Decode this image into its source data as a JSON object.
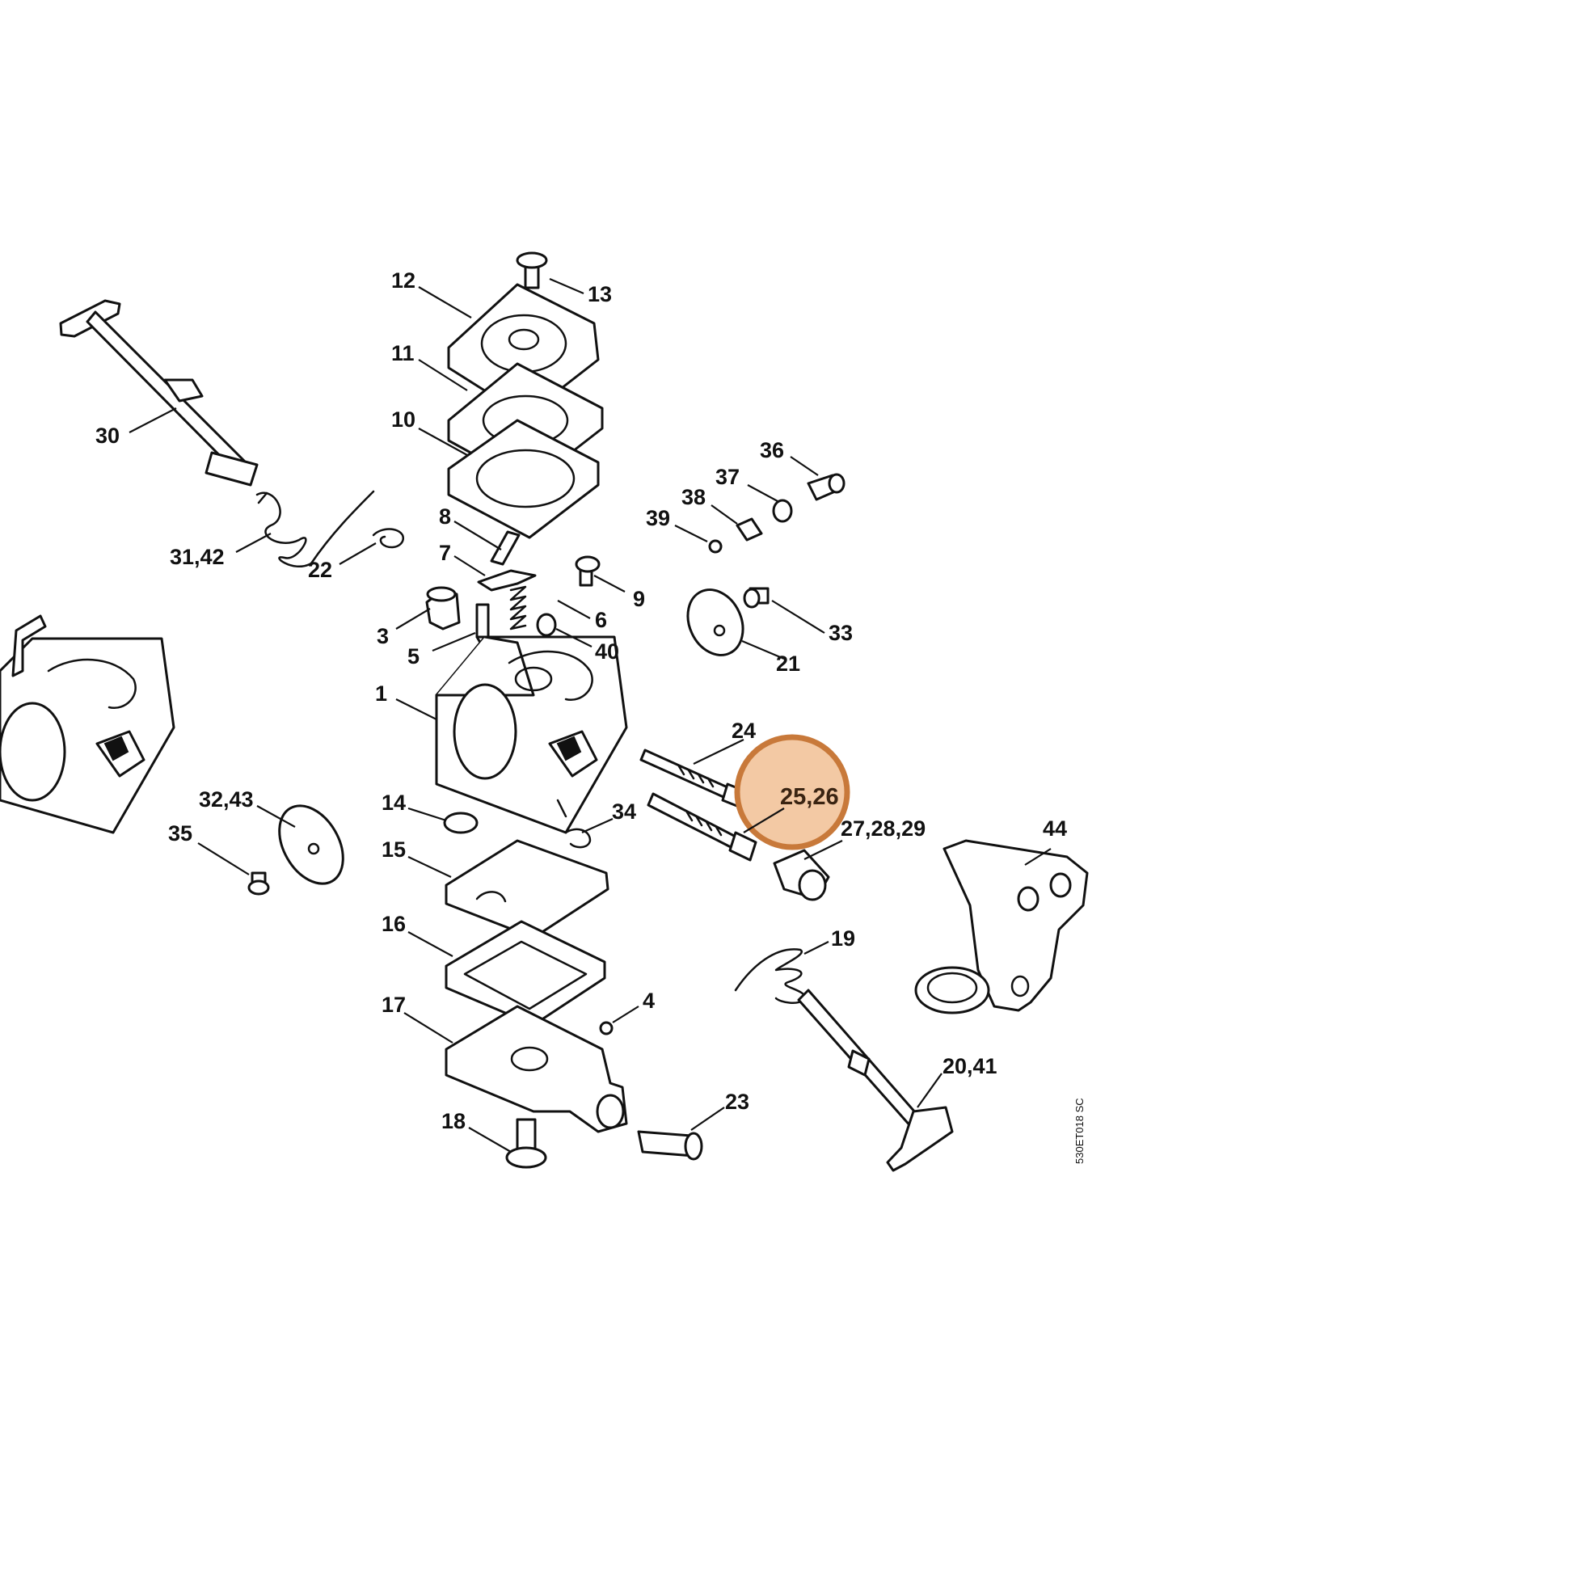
{
  "diagram": {
    "drawing_code": "530ET018 SC",
    "highlight": {
      "label": "25,26",
      "fill": "#f3c9a4",
      "stroke": "#c8793a"
    },
    "labels": [
      "12",
      "13",
      "11",
      "10",
      "30",
      "36",
      "37",
      "38",
      "39",
      "8",
      "7",
      "31,42",
      "22",
      "9",
      "6",
      "3",
      "5",
      "40",
      "33",
      "21",
      "1",
      "24",
      "25,26",
      "14",
      "34",
      "32,43",
      "27,28,29",
      "44",
      "35",
      "15",
      "16",
      "19",
      "4",
      "17",
      "20,41",
      "23",
      "18"
    ]
  }
}
